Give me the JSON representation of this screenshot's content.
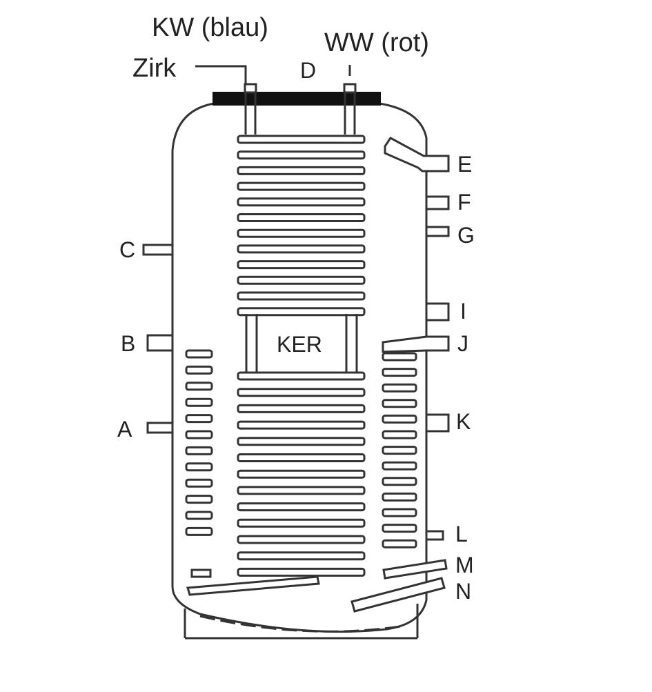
{
  "labels": {
    "cold_water": "KW (blau)",
    "hot_water": "WW (rot)",
    "circulation": "Zirk",
    "center_element": "KER"
  },
  "ports": [
    {
      "id": "D",
      "label": "D"
    },
    {
      "id": "C",
      "label": "C"
    },
    {
      "id": "B",
      "label": "B"
    },
    {
      "id": "A",
      "label": "A"
    },
    {
      "id": "E",
      "label": "E"
    },
    {
      "id": "F",
      "label": "F"
    },
    {
      "id": "G",
      "label": "G"
    },
    {
      "id": "I",
      "label": "I"
    },
    {
      "id": "J",
      "label": "J"
    },
    {
      "id": "K",
      "label": "K"
    },
    {
      "id": "L",
      "label": "L"
    },
    {
      "id": "M",
      "label": "M"
    },
    {
      "id": "N",
      "label": "N"
    }
  ]
}
